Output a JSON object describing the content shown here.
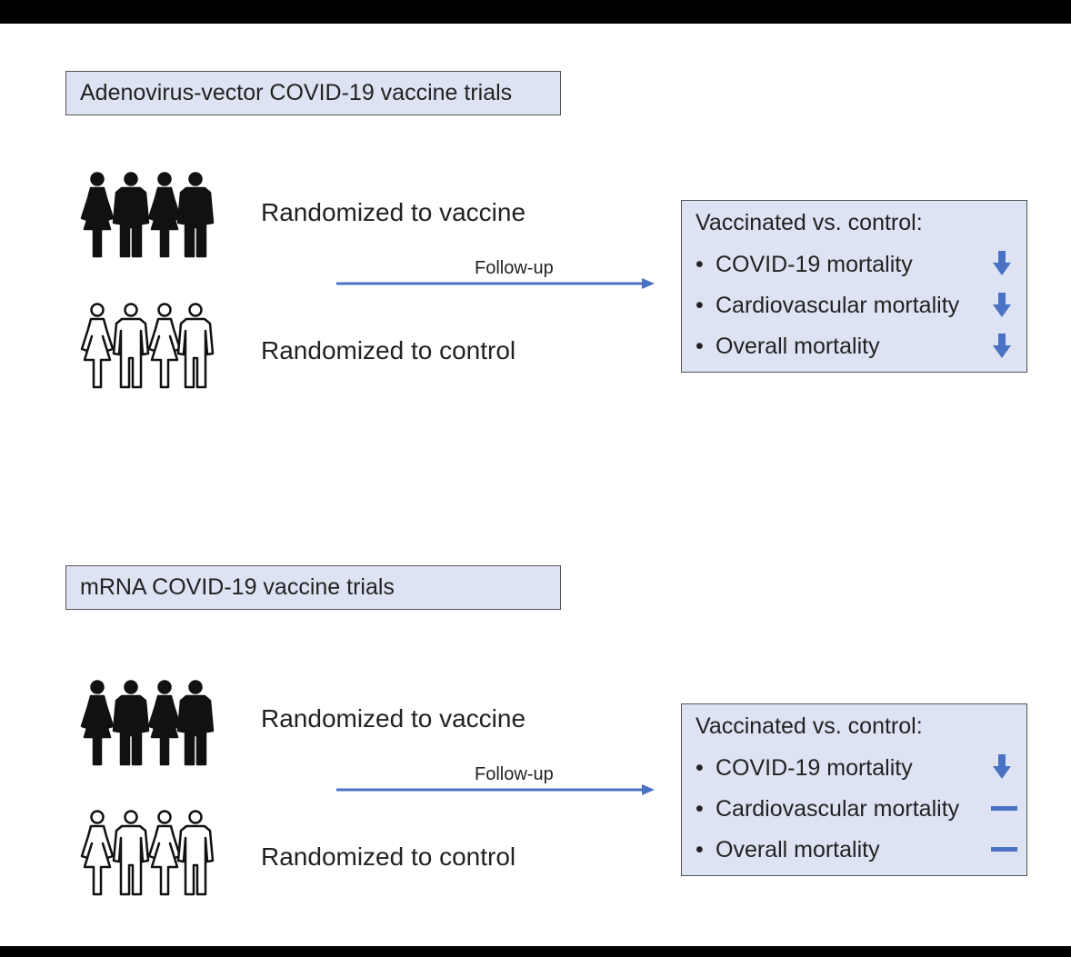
{
  "colors": {
    "box_fill": "#dde3f2",
    "arrow": "#4a72c4",
    "effect_icon": "#4a72c4"
  },
  "panels": [
    {
      "title": "Adenovirus-vector COVID-19  vaccine trials",
      "vaccine_label": "Randomized to vaccine",
      "control_label": "Randomized to control",
      "followup_label": "Follow-up",
      "result_heading": "Vaccinated vs. control:",
      "results": [
        {
          "bullet": "•",
          "label": "COVID-19 mortality",
          "effect": "down-arrow-icon"
        },
        {
          "bullet": "•",
          "label": "Cardiovascular mortality",
          "effect": "down-arrow-icon"
        },
        {
          "bullet": "•",
          "label": "Overall mortality",
          "effect": "down-arrow-icon"
        }
      ]
    },
    {
      "title": "mRNA COVID-19 vaccine trials",
      "vaccine_label": "Randomized to vaccine",
      "control_label": "Randomized to control",
      "followup_label": "Follow-up",
      "result_heading": "Vaccinated vs. control:",
      "results": [
        {
          "bullet": "•",
          "label": "COVID-19 mortality",
          "effect": "down-arrow-icon"
        },
        {
          "bullet": "•",
          "label": "Cardiovascular mortality",
          "effect": "dash-icon"
        },
        {
          "bullet": "•",
          "label": "Overall mortality",
          "effect": "dash-icon"
        }
      ]
    }
  ]
}
